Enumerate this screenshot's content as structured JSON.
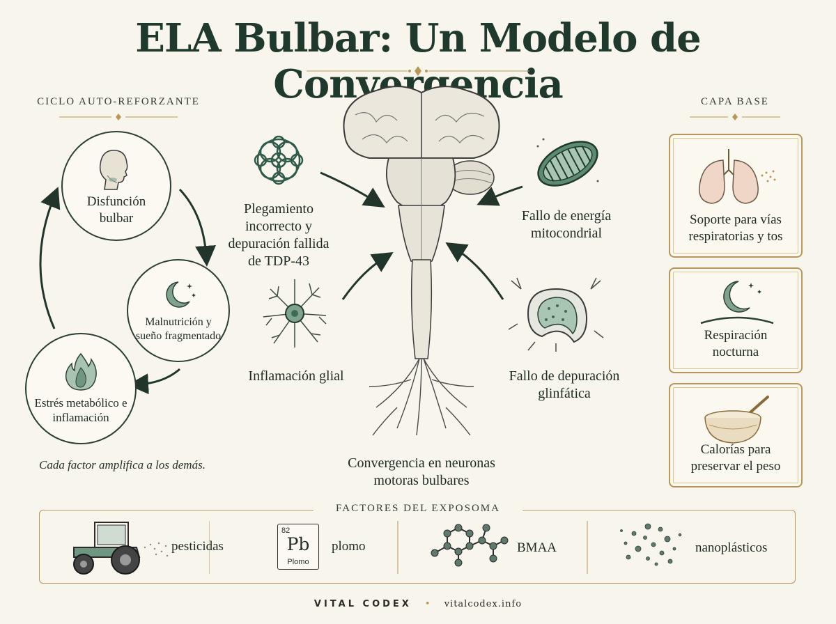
{
  "title": "ELA Bulbar: Un Modelo de Convergencia",
  "left_panel": {
    "heading": "CICLO AUTO-REFORZANTE",
    "nodes": [
      "Disfunción bulbar",
      "Malnutrición y sueño fragmentado",
      "Estrés metabólico e inflamación"
    ],
    "caption": "Cada factor amplifica a los demás."
  },
  "center": {
    "factors": [
      "Plegamiento incorrecto y depuración fallida de TDP-43",
      "Fallo de energía mitocondrial",
      "Inflamación glial",
      "Fallo de depuración glinfática"
    ],
    "convergence": "Convergencia en neuronas motoras bulbares"
  },
  "right_panel": {
    "heading": "CAPA BASE",
    "cards": [
      "Soporte para vías respiratorias y tos",
      "Respiración nocturna",
      "Calorías para preservar el peso"
    ]
  },
  "exposome": {
    "heading": "FACTORES DEL EXPOSOMA",
    "items": [
      "pesticidas",
      "plomo",
      "BMAA",
      "nanoplásticos"
    ],
    "element": {
      "number": "82",
      "symbol": "Pb",
      "name": "Plomo"
    }
  },
  "footer": {
    "brand": "VITAL CODEX",
    "separator": "•",
    "site": "vitalcodex.info"
  },
  "colors": {
    "accent": "#1f3a2c",
    "gold": "#b8975a",
    "background": "#f8f5ec"
  }
}
